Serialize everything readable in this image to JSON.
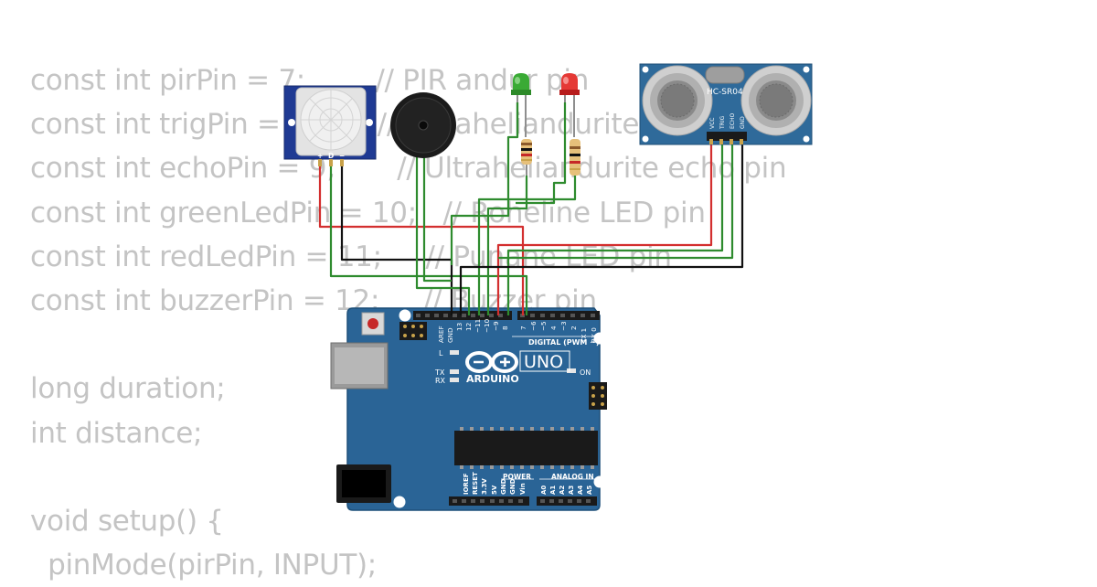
{
  "code_lines": [
    "const int pirPin = 7;        // PIR andur pin",
    "const int trigPin = 8;       // Ultraheliandurite trig pin",
    "const int echoPin = 9;       // Ultraheliandurite echo pin",
    "const int greenLedPin = 10;   // Roheline LED pin",
    "const int redLedPin = 11;     // Punane LED pin",
    "const int buzzerPin = 12;     // Buzzer pin",
    "",
    "long duration;",
    "int distance;",
    "",
    "void setup() {",
    "  pinMode(pirPin, INPUT);"
  ],
  "components": {
    "pir": {
      "pins": [
        "+",
        "D",
        "−"
      ]
    },
    "ultrasonic": {
      "label": "HC-SR04",
      "pins": [
        "VCC",
        "TRIG",
        "ECHO",
        "GND"
      ]
    },
    "arduino": {
      "brand": "ARDUINO",
      "model": "UNO",
      "digital_label": "DIGITAL (PWM ~)",
      "digital_pins": [
        "AREF",
        "GND",
        "13",
        "12",
        "~11",
        "~10",
        "~9",
        "8",
        "7",
        "~6",
        "~5",
        "4",
        "~3",
        "2",
        "TX 1",
        "RX 0"
      ],
      "power_label": "POWER",
      "power_pins": [
        "IOREF",
        "RESET",
        "3.3V",
        "5V",
        "GND",
        "GND",
        "Vin"
      ],
      "analog_label": "ANALOG IN",
      "analog_pins": [
        "A0",
        "A1",
        "A2",
        "A3",
        "A4",
        "A5"
      ],
      "leds": {
        "l": "L",
        "tx": "TX",
        "rx": "RX",
        "on": "ON"
      }
    }
  },
  "colors": {
    "code_text": "#c4c4c4",
    "board": "#2a6496",
    "wire_red": "#d32f2f",
    "wire_black": "#111111",
    "wire_green": "#2e8b2e",
    "led_green": "#3aaa35",
    "led_red": "#e53935"
  }
}
